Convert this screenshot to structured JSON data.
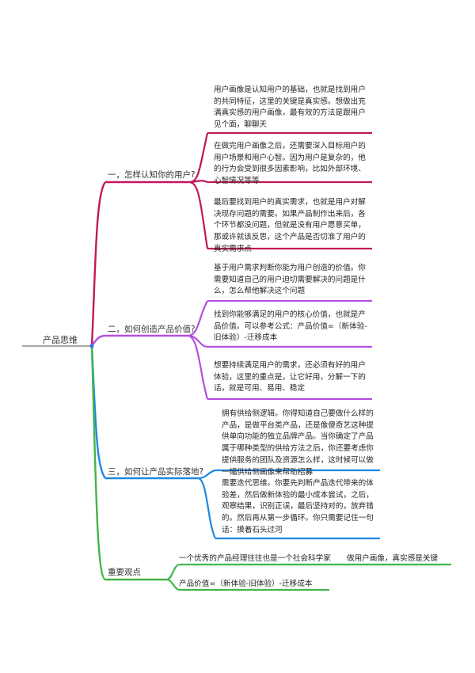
{
  "root": {
    "label": "产品思维"
  },
  "branches": [
    {
      "label": "一，怎样认知你的用户?",
      "color": "#c2185b",
      "leaves": [
        "用户画像是认知用户的基础，也就是找到用户的共同特征，这里的关键是真实感。想做出充满真实感的用户画像，最有效的方法是跟用户见个面，聊聊天",
        "在做完用户画像之后，还需要深入目标用户的用户场景和用户心智。因为用户是复杂的，他的行为会受到很多因素影响，比如外部环境、心智情况等等",
        "最后要找到用户的真实需求，也就是用户对解决现存问题的需要。如果产品制作出来后，各个环节都没问题，但就是没有用户愿意买单，那或许就该反思，这个产品是否切准了用户的真实需求点"
      ]
    },
    {
      "label": "二，如何创造产品价值?",
      "color": "#b34fe0",
      "leaves": [
        "基于用户需求判断你能为用户创造的价值。你需要知道自己的用户迫切需要解决的问题是什么，怎么帮他解决这个问题",
        "找到你能够满足的用户的核心价值，也就是产品价值。可以参考公式：产品价值=（新体验-旧体验）-迁移成本",
        "想要持续满足用户的需求，还必须有好的用户体验，这里的重点是，让它好用，分解一下的话，就是可用、易用、稳定"
      ]
    },
    {
      "label": "三，如何让产品实际落地?",
      "color": "#1e88e5",
      "leaves": [
        "拥有供给侧逻辑。你得知道自己要做什么样的产品，是做平台类产品，还是像傻奇艺这种提供单向功能的独立品牌产品。当你确定了产品属于哪种类型的供给方法之后，你还要考虑你提供服务的团队及资源怎么样，这时候可以做一幅供给侧画像来帮助招募",
        "需要迭代思维。你要先判断产品迭代带来的体验差，然后做新体验的最小成本尝试，之后，观察结果，识别正误，最后坚持对的，放弃错的。然后再从第一步循环。你只需要记住一句话：摸着石头过河"
      ]
    },
    {
      "label": "重要观点",
      "color": "#43b548",
      "points": [
        "一个优秀的产品经理往往也是一个社会科学家",
        "做用户画像，真实感是关键",
        "产品价值=（新体验-旧体验）-迁移成本"
      ]
    }
  ],
  "colors": {
    "root_line": "#aaaaaa",
    "center_dot": "#3a7bd5"
  }
}
